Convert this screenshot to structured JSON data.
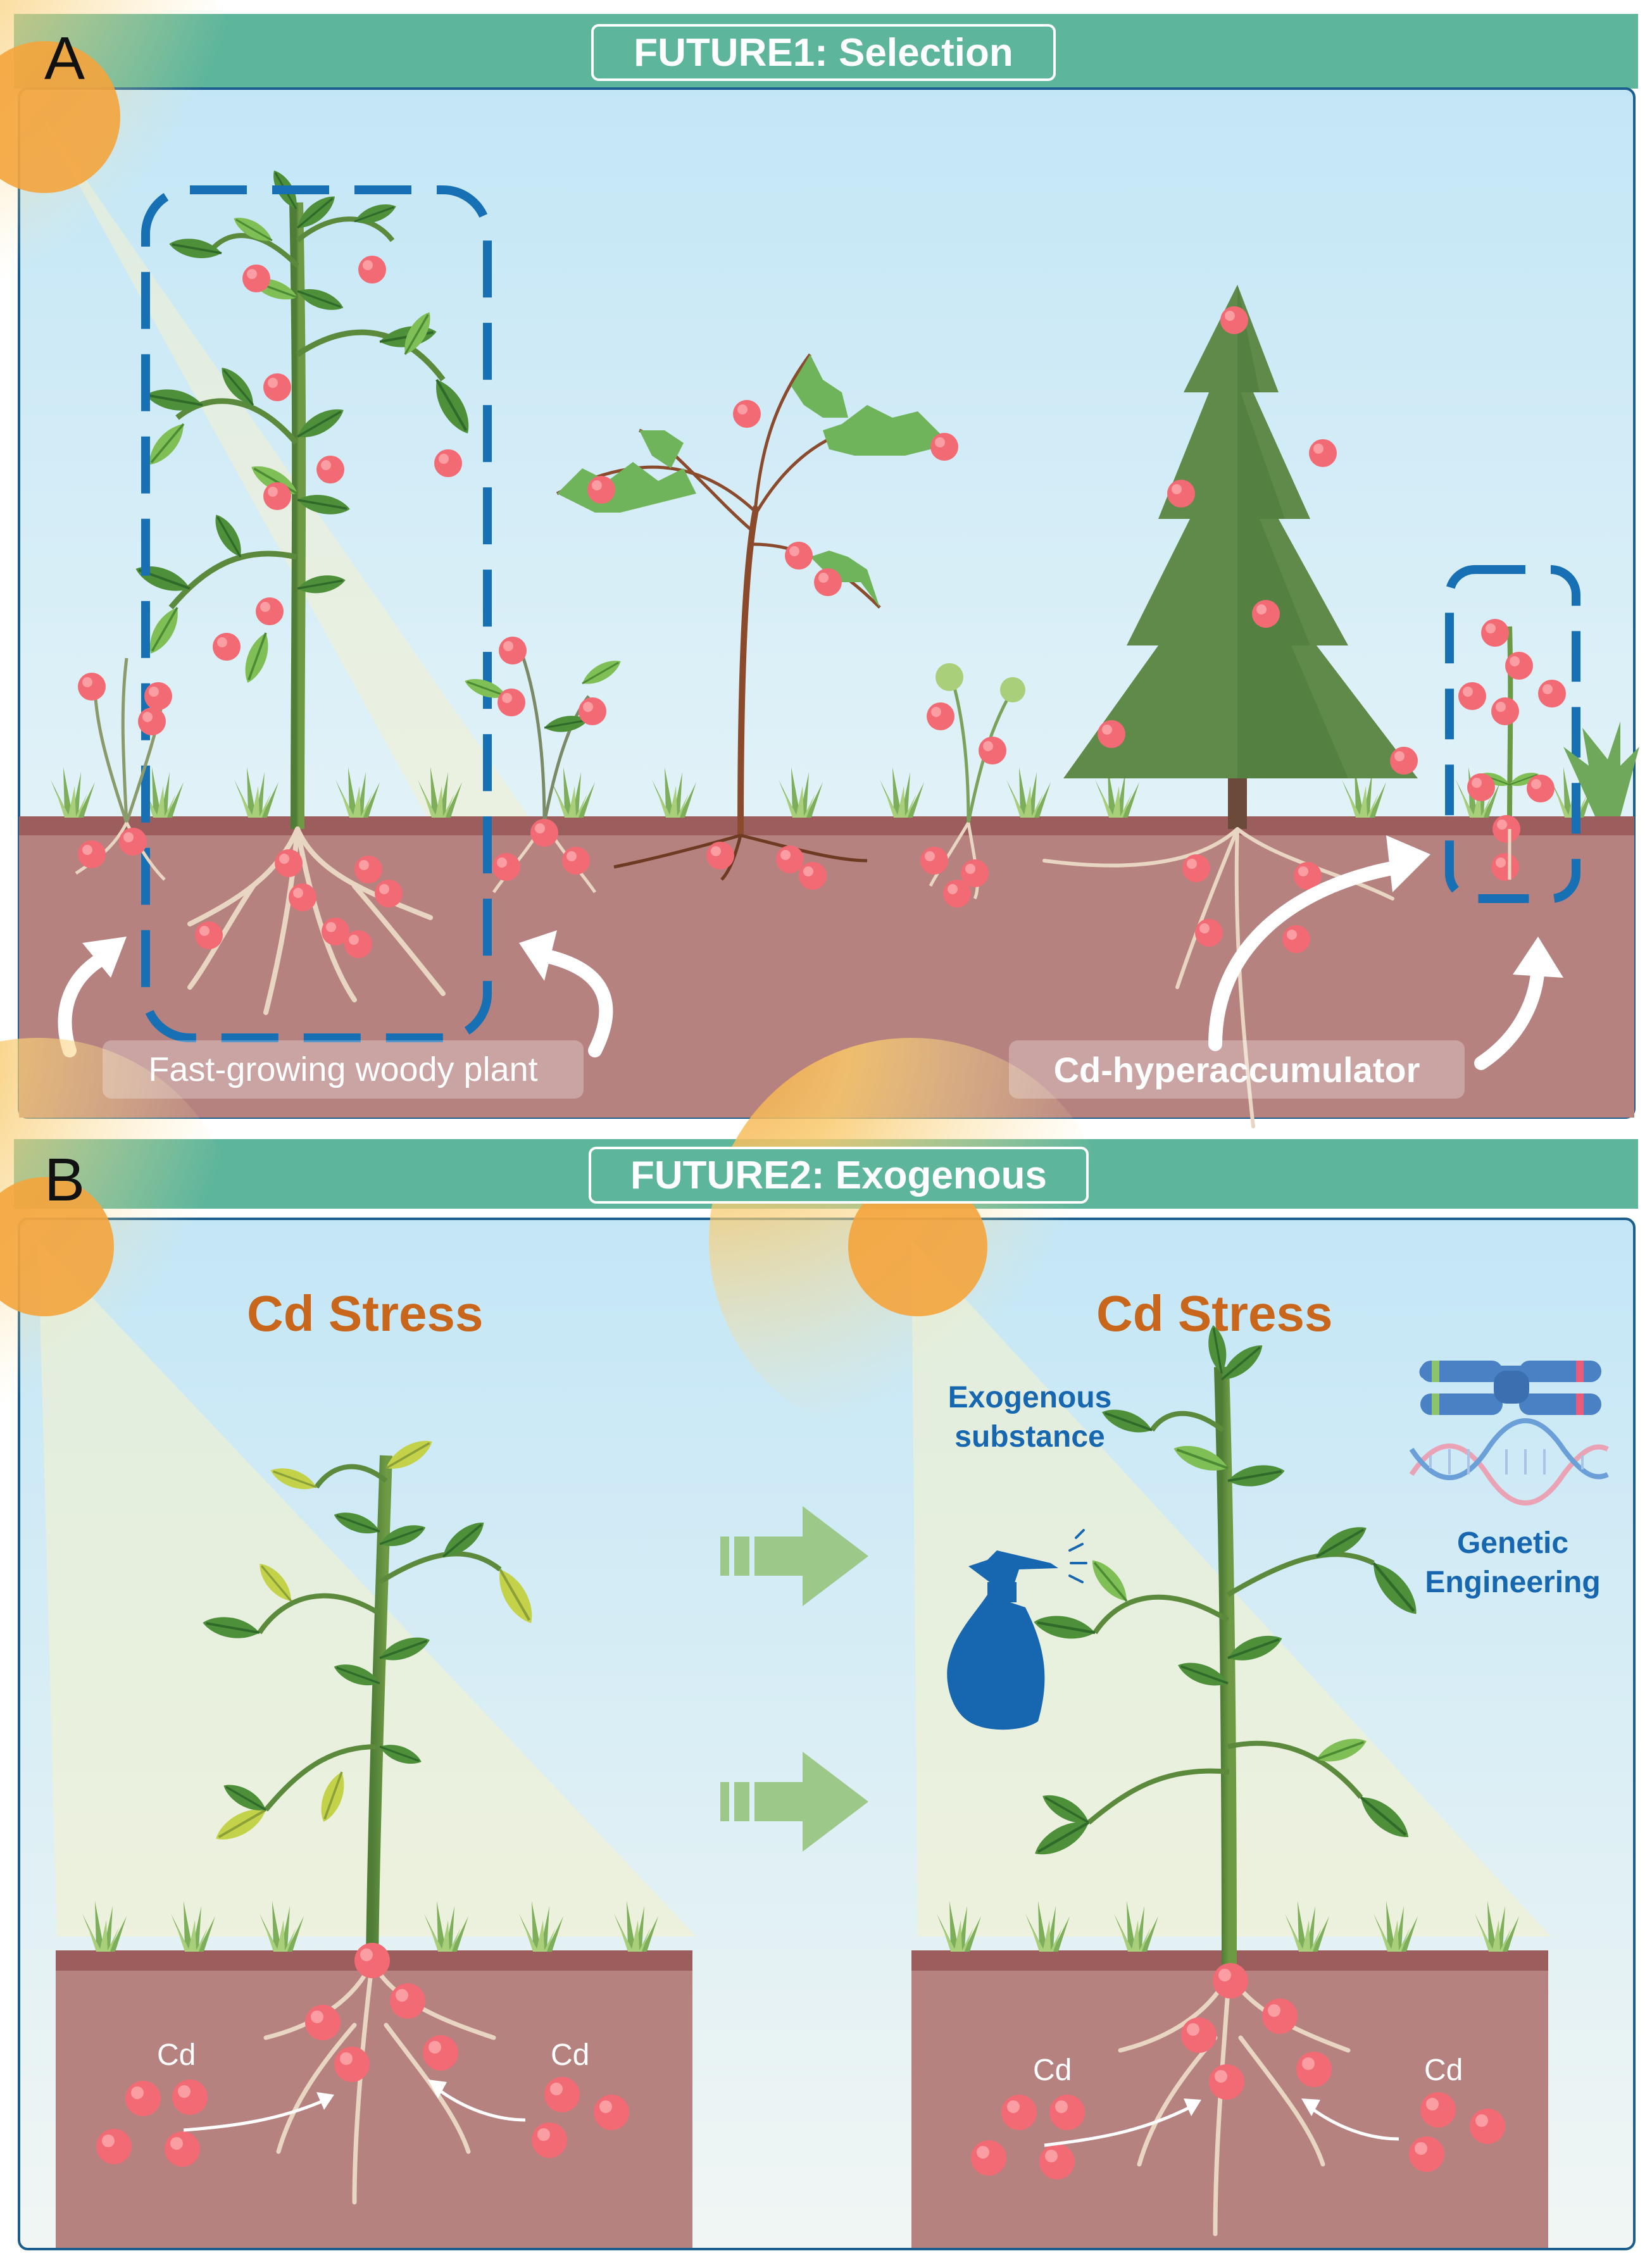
{
  "panels": {
    "a": {
      "letter": "A",
      "title": "FUTURE1: Selection"
    },
    "b": {
      "letter": "B",
      "title": "FUTURE2: Exogenous"
    }
  },
  "captions": {
    "woody": "Fast-growing woody plant",
    "hyper": "Cd-hyperaccumulator"
  },
  "b_labels": {
    "stress_left": "Cd Stress",
    "stress_right": "Cd Stress",
    "exogenous": "Exogenous substance",
    "genetic": "Genetic Engineering",
    "cd": "Cd"
  },
  "colors": {
    "band": "#5db59b",
    "sky_top": "#c7e8f6",
    "sky_bottom": "#eef7f6",
    "soil": "#b58280",
    "soil_line": "#9b5e5c",
    "cd_dot": "#f26b74",
    "selection_box": "#1770b4",
    "stress_text": "#c8661b",
    "arrow_green": "#9cc98a"
  },
  "icons": {
    "sun": "sun-icon",
    "spray": "spray-bottle-icon",
    "chromosome": "chromosome-icon",
    "dna": "dna-helix-icon"
  }
}
